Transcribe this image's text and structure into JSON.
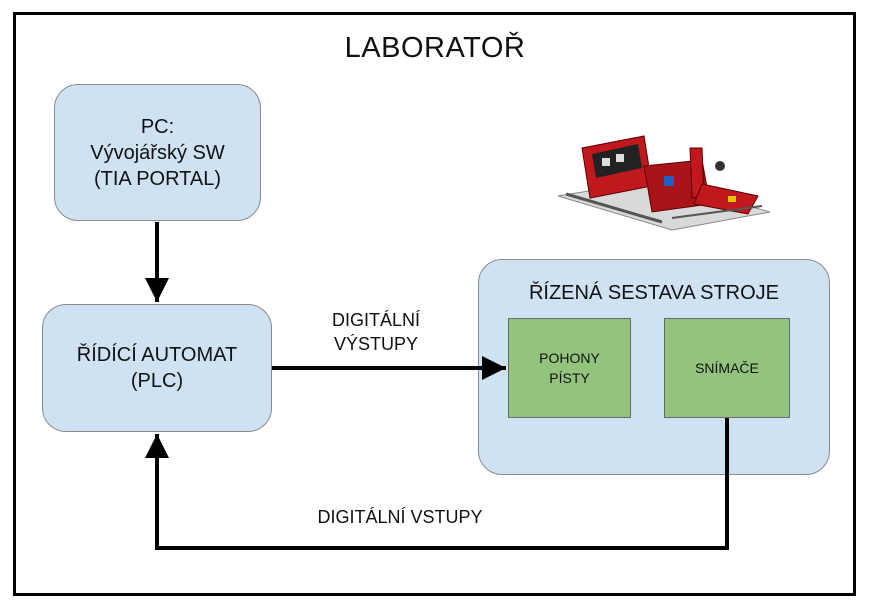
{
  "title": "LABORATOŘ",
  "pc_box": {
    "line1": "PC:",
    "line2": "Vývojářský SW",
    "line3": "(TIA PORTAL)"
  },
  "plc_box": {
    "line1": "ŘÍDÍCÍ AUTOMAT",
    "line2": "(PLC)"
  },
  "system_box": {
    "title": "ŘÍZENÁ SESTAVA STROJE",
    "drives": {
      "line1": "POHONY",
      "line2": "PÍSTY"
    },
    "sensors": "SNÍMAČE"
  },
  "outputs_label": {
    "line1": "DIGITÁLNÍ",
    "line2": "VÝSTUPY"
  },
  "inputs_label": "DIGITÁLNÍ VSTUPY",
  "colors": {
    "blue_box": "#cfe2f3",
    "green_box": "#93c47d",
    "machine": "#c0181d"
  }
}
